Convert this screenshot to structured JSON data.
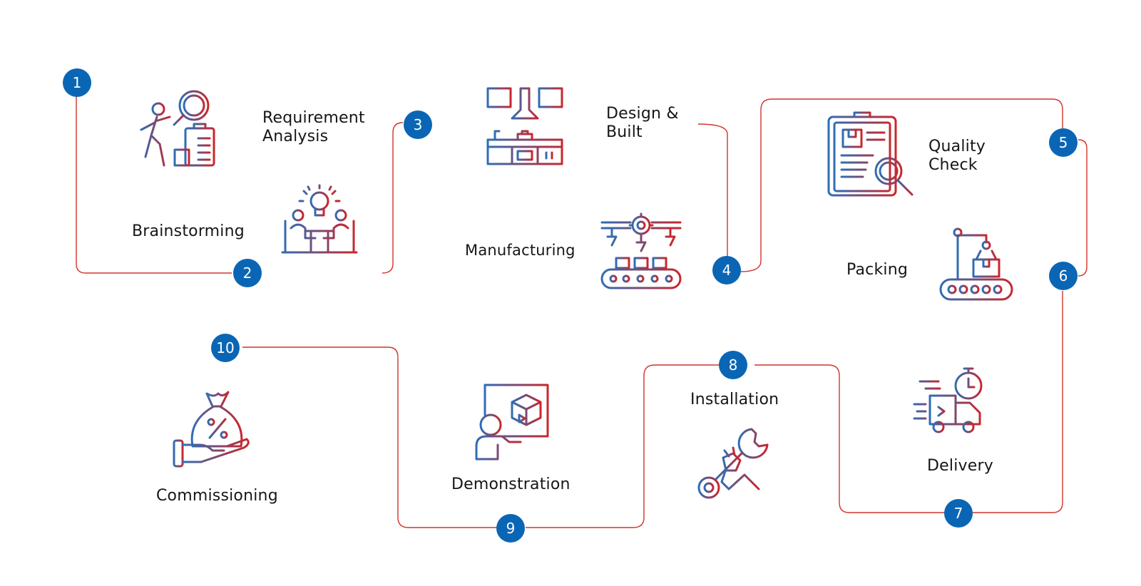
{
  "steps": [
    {
      "number": "1",
      "lines": [
        "Requirement",
        "Analysis"
      ],
      "icon": "analysis-icon"
    },
    {
      "number": "2",
      "lines": [
        "Brainstorming"
      ],
      "icon": "brainstorm-icon"
    },
    {
      "number": "3",
      "lines": [
        "Design &",
        "Built"
      ],
      "icon": "kitchen-design-icon"
    },
    {
      "number": "4",
      "lines": [
        "Manufacturing"
      ],
      "icon": "factory-robot-icon"
    },
    {
      "number": "5",
      "lines": [
        "Quality",
        "Check"
      ],
      "icon": "quality-check-icon"
    },
    {
      "number": "6",
      "lines": [
        "Packing"
      ],
      "icon": "packing-robot-icon"
    },
    {
      "number": "7",
      "lines": [
        "Delivery"
      ],
      "icon": "delivery-truck-icon"
    },
    {
      "number": "8",
      "lines": [
        "Installation"
      ],
      "icon": "wrench-hand-icon"
    },
    {
      "number": "9",
      "lines": [
        "Demonstration"
      ],
      "icon": "presentation-icon"
    },
    {
      "number": "10",
      "lines": [
        "Commissioning"
      ],
      "icon": "money-bag-hand-icon"
    }
  ],
  "colors": {
    "badge": "#0a66b5",
    "connector": "#d0342c",
    "icon_start": "#2f6db5",
    "icon_end": "#c8272d",
    "text": "#161616"
  }
}
